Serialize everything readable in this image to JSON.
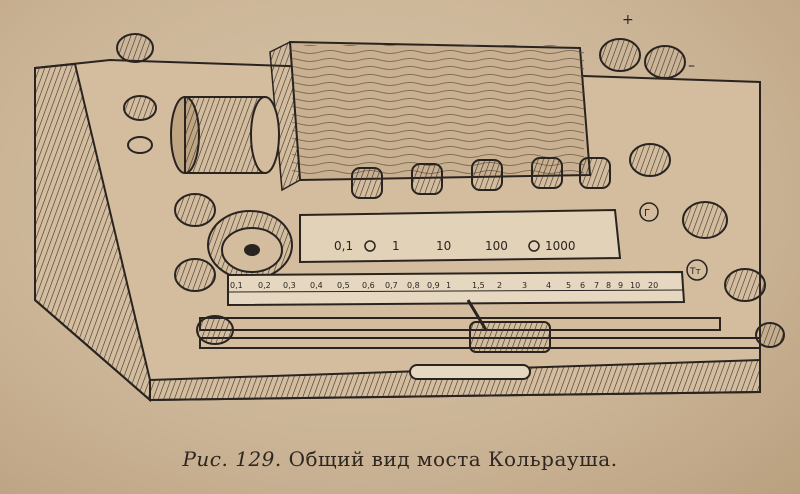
{
  "figure": {
    "caption_label": "Рис. 129.",
    "caption_text": "Общий вид моста Кольрауша.",
    "terminal_plus": "+",
    "terminal_minus": "–",
    "terminal_g": "Г",
    "terminal_tt": "Тт",
    "resistance_labels": [
      "0,1",
      "1",
      "10",
      "100",
      "1000"
    ],
    "scale_ticks": [
      "0,1",
      "0,2",
      "0,3",
      "0,4",
      "0,5",
      "0,6",
      "0,7",
      "0,8",
      "0,9",
      "1",
      "1,5",
      "2",
      "3",
      "4",
      "5",
      "6",
      "7",
      "8",
      "9",
      "10",
      "20"
    ],
    "colors": {
      "ink": "#2a2420",
      "paper": "#cdb79b"
    }
  }
}
